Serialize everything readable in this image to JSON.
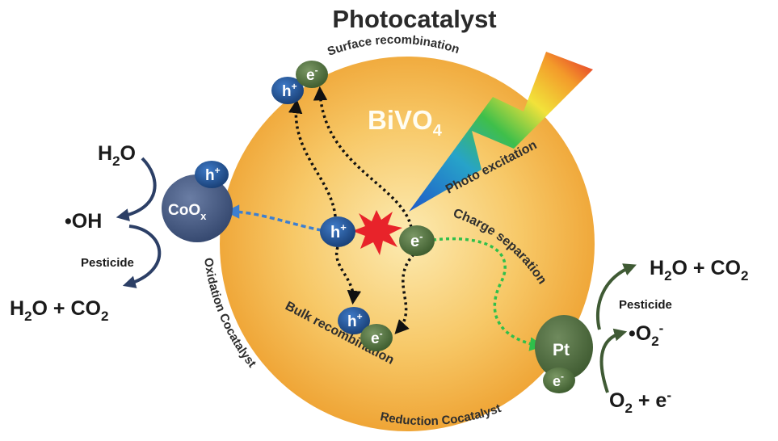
{
  "title": "Photocatalyst",
  "material": {
    "base": "BiVO",
    "sub": "4"
  },
  "arc_labels": {
    "surface_recombination": "Surface recombination",
    "photo_excitation": "Photo excitation",
    "charge_separation": "Charge separation",
    "bulk_recombination": "Bulk recombination",
    "oxidation_cocatalyst": "Oxidation Cocatalyst",
    "reduction_cocatalyst": "Reduction Cocatalyst"
  },
  "carriers": {
    "hole": "h",
    "hole_sup": "+",
    "electron": "e",
    "electron_sup": "-"
  },
  "oxidation_side": {
    "cocatalyst": {
      "base": "CoO",
      "sub": "x"
    },
    "reactant": {
      "base": "H",
      "sub": "2",
      "rest": "O"
    },
    "radical": "•OH",
    "pesticide": "Pesticide",
    "products": {
      "a": "H",
      "a_sub": "2",
      "b": "O + CO",
      "b_sub": "2"
    }
  },
  "reduction_side": {
    "cocatalyst": "Pt",
    "reactant": {
      "a": "O",
      "a_sub": "2",
      "b": " + e",
      "b_sup": "-"
    },
    "radical": {
      "a": "•O",
      "a_sub": "2",
      "a_sup": "-"
    },
    "pesticide": "Pesticide",
    "products": {
      "a": "H",
      "a_sub": "2",
      "b": "O + CO",
      "b_sub": "2"
    }
  },
  "colors": {
    "sphere_center": "#fbe7a6",
    "sphere_edge": "#efa12e",
    "hole": "#1f4f8f",
    "electron": "#4b6b3a",
    "cocoxide": "#4a5d86",
    "pt": "#4f6a3f",
    "spark": "#e8232a",
    "blue_dash": "#3d7fd0",
    "green_dash": "#2fbf4b"
  }
}
